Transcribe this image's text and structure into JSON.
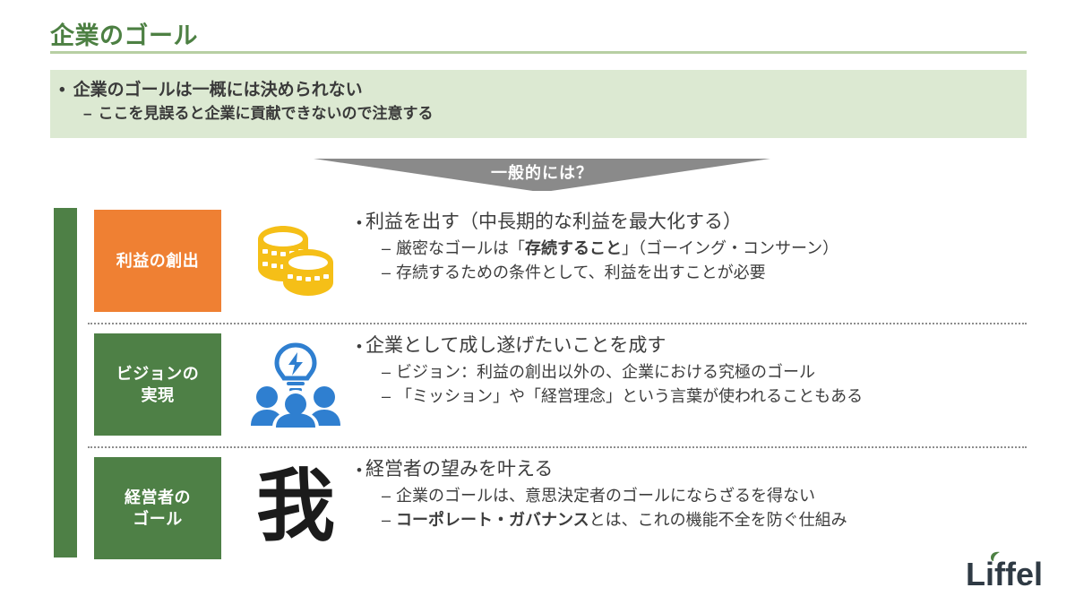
{
  "slide": {
    "title": "企業のゴール",
    "accent_green": "#4d8043",
    "band_bg": "#dce9d2",
    "rule_color": "#b7cfa3",
    "orange": "#ef8033",
    "chevron_gray": "#8a8a8a",
    "coin_gold": "#f5bf17",
    "people_blue": "#2f7fd0"
  },
  "summary": {
    "bullet_symbol": "•",
    "dash_symbol": "–",
    "line1": "企業のゴールは一概には決められない",
    "line2": "ここを見誤ると企業に貢献できないので注意する"
  },
  "chevron": {
    "label": "一般的には？"
  },
  "rows": [
    {
      "label_line1": "利益の創出",
      "label_line2": "",
      "icon": "gold-coins-icon",
      "main": "利益を出す（中長期的な利益を最大化する）",
      "sub": [
        {
          "pre": "厳密なゴールは「",
          "bold": "存続すること",
          "post": "」（ゴーイング・コンサーン）"
        },
        {
          "pre": "存続するための条件として、利益を出すことが必要",
          "bold": "",
          "post": ""
        }
      ]
    },
    {
      "label_line1": "ビジョンの",
      "label_line2": "実現",
      "icon": "lightbulb-people-icon",
      "main": "企業として成し遂げたいことを成す",
      "sub": [
        {
          "pre": "ビジョン：利益の創出以外の、企業における究極のゴール",
          "bold": "",
          "post": ""
        },
        {
          "pre": "「ミッション」や「経営理念」という言葉が使われることもある",
          "bold": "",
          "post": ""
        }
      ]
    },
    {
      "label_line1": "経営者の",
      "label_line2": "ゴール",
      "icon": "kanji-ware-icon",
      "icon_text": "我",
      "main": "経営者の望みを叶える",
      "sub": [
        {
          "pre": "企業のゴールは、意思決定者のゴールにならざるを得ない",
          "bold": "",
          "post": ""
        },
        {
          "pre": "",
          "bold": "コーポレート・ガバナンス",
          "post": "とは、これの機能不全を防ぐ仕組み"
        }
      ]
    }
  ],
  "logo": {
    "text": "Liffel",
    "leaf_color": "#4d8043"
  }
}
